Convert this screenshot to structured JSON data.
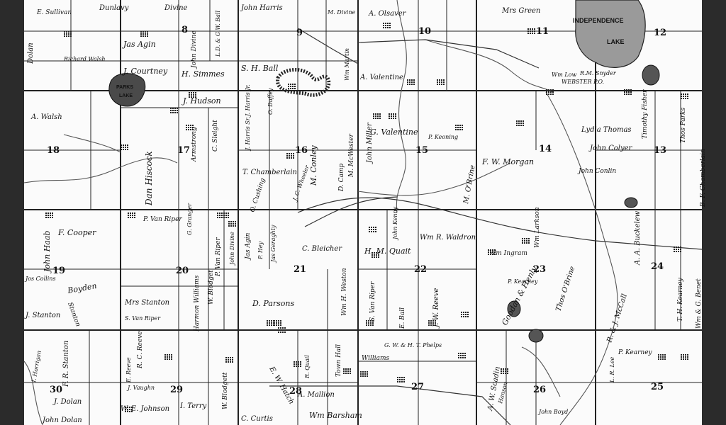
{
  "map": {
    "lakes": [
      {
        "name": "INDEPENDENCE",
        "line2": "LAKE"
      },
      {
        "name": "PARKS",
        "line2": "LAKE"
      }
    ],
    "section_numbers": [
      "8",
      "9",
      "10",
      "11",
      "12",
      "18",
      "17",
      "16",
      "15",
      "14",
      "13",
      "19",
      "20",
      "21",
      "22",
      "23",
      "24",
      "30",
      "29",
      "28",
      "27",
      "26",
      "25"
    ],
    "owner_labels": [
      "E. Sullivan",
      "Dunlavy",
      "Divine",
      "John Harris",
      "M. Divine",
      "A. Olsaver",
      "Mrs Green",
      "Dolan",
      "Jas Agin",
      "John Divine",
      "L.D. & G.W. Ball",
      "S. H. Ball",
      "Wm Martin",
      "A. Valentine",
      "Richard Walsh",
      "J. Courtney",
      "H. Simmes",
      "J. Hudson",
      "Wm Low",
      "R.M. Snyder",
      "WEBSTER P.O.",
      "A. Walsh",
      "Dan Hiscock",
      "Armstrong",
      "C. Sleight",
      "J. Harris Jr.",
      "O. Duffey",
      "J. Harris Sr.",
      "M. Conley",
      "D. Camp",
      "M. McWester",
      "John Miller",
      "G. Valentine",
      "P. Keoning",
      "F. W. Morgan",
      "Lydia Thomas",
      "John Colyer",
      "Timothy Fisher",
      "Thos Parks",
      "T. Chamberlain",
      "O. Cushing",
      "J. C. Wheeler",
      "M. O'Brine",
      "John Conlin",
      "B. F. Chamberlain",
      "John Haab",
      "F. Cooper",
      "P. Van Riper",
      "G. Granger",
      "P. Van Riper",
      "John Divine",
      "Jas Agin",
      "P. Hey",
      "Jas Geraghty",
      "C. Bleicher",
      "H. M. Quait",
      "John Kenny",
      "Wm R. Waldron",
      "Wm Ingram",
      "Wm Larkson",
      "A. A. Buckelew",
      "Boyden",
      "Jos Collins",
      "Stanton",
      "J. Stanton",
      "Mrs Stanton",
      "S. Van Riper",
      "Harmon Williams",
      "W. Blodget",
      "D. Parsons",
      "Wm H. Weston",
      "S. Van Riper",
      "E. Ball",
      "J. W. Reeve",
      "Goodan & Henly",
      "P. Kearney",
      "Thos O'Brine",
      "T. H. Kearney",
      "Wm & G. Benet",
      "F. R. Stanton",
      "E. Reeve",
      "R. C. Reeve",
      "J. Vaughn",
      "W. Blodgett",
      "E. W. Hatch",
      "R. Quail",
      "Town Hall",
      "G. W. & H. T. Phelps",
      "Williams",
      "A. W. Scadin",
      "Hanson",
      "R. & J. McCall",
      "P. Kearney",
      "L. R. Lee",
      "I. Horrigan",
      "J. Dolan",
      "John Dolan",
      "W. E. Johnson",
      "I. Terry",
      "C. Curtis",
      "A. Mallion",
      "Wm Barsham",
      "John Boyd"
    ]
  }
}
